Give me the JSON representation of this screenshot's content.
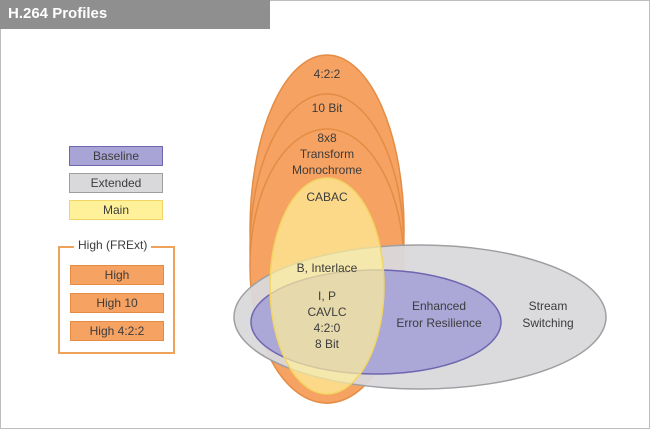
{
  "title": "H.264 Profiles",
  "legend": {
    "baseline": "Baseline",
    "extended": "Extended",
    "main": "Main",
    "high_group": "High (FRExt)",
    "high": "High",
    "high10": "High 10",
    "high422": "High 4:2:2"
  },
  "labels": {
    "l422": "4:2:2",
    "l10bit": "10 Bit",
    "l8x8": "8x8",
    "transform": "Transform",
    "monochrome": "Monochrome",
    "cabac": "CABAC",
    "b_interlace": "B, Interlace",
    "ip": "I, P",
    "cavlc": "CAVLC",
    "l420": "4:2:0",
    "l8bit": "8 Bit",
    "enhanced": "Enhanced",
    "error_resilience": "Error Resilience",
    "stream": "Stream",
    "switching": "Switching"
  },
  "colors": {
    "baseline": "#a9a4d6",
    "extended": "#d9d9db",
    "main": "#fff09a",
    "high": "#f5a263"
  }
}
